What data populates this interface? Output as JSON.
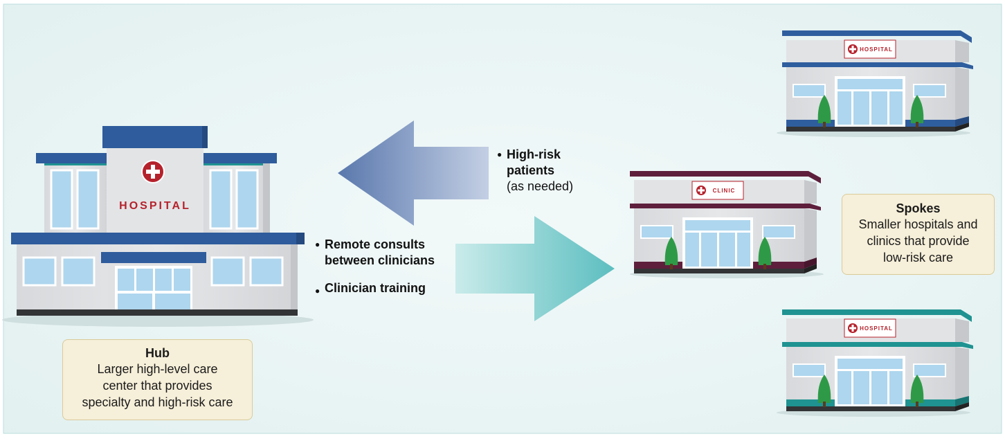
{
  "hub": {
    "sign": "HOSPITAL",
    "title": "Hub",
    "description": [
      "Larger high-level care",
      "center that provides",
      "specialty and high-risk care"
    ]
  },
  "spokes": {
    "title": "Spokes",
    "description": [
      "Smaller hospitals and",
      "clinics that provide",
      "low-risk care"
    ],
    "buildings": [
      {
        "sign": "HOSPITAL",
        "accent": "#2f5e9e"
      },
      {
        "sign": "CLINIC",
        "accent": "#5e1f3c"
      },
      {
        "sign": "HOSPITAL",
        "accent": "#1f9391"
      }
    ]
  },
  "to_hub": {
    "items": [
      {
        "text": "High-risk",
        "bold": true
      },
      {
        "text": "patients",
        "bold": true
      },
      {
        "text": "(as needed)",
        "bold": false
      }
    ]
  },
  "to_spokes": {
    "items": [
      {
        "text": "Remote consults",
        "bold": true
      },
      {
        "text": "between clinicians",
        "bold": true
      },
      {
        "text": "Clinician training",
        "bold": true
      }
    ]
  },
  "colors": {
    "background": "#eaf5f5",
    "arrow_left_dark": "#5a78ad",
    "arrow_left_light": "#c3cfe4",
    "arrow_right_dark": "#5fbfc1",
    "arrow_right_light": "#c4e8e8",
    "hub_roof": "#2e5c9c",
    "sign_red": "#b5222c",
    "glass": "#aed6ee"
  }
}
